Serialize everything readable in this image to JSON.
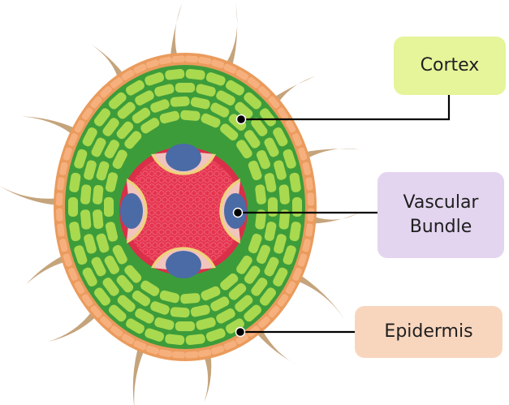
{
  "labels": {
    "cortex": "Cortex",
    "vascular_bundle": "Vascular\nBundle",
    "epidermis": "Epidermis"
  },
  "colors": {
    "cortex_box": "#e6f49a",
    "vascular_box": "#e3d5ef",
    "epidermis_box": "#f8d6be",
    "epidermis_ring": "#ea9b5c",
    "epidermis_cell": "#f6b07e",
    "cortex_dark": "#3d9c3a",
    "cortex_cell": "#a9d94f",
    "stele_red": "#e5344f",
    "xylem_blue": "#4a6ba6",
    "phloem_pink": "#f1c4c0",
    "pericycle_yellow": "#efd27a",
    "root_hair": "#c5a47c",
    "leader_line": "#000000"
  }
}
